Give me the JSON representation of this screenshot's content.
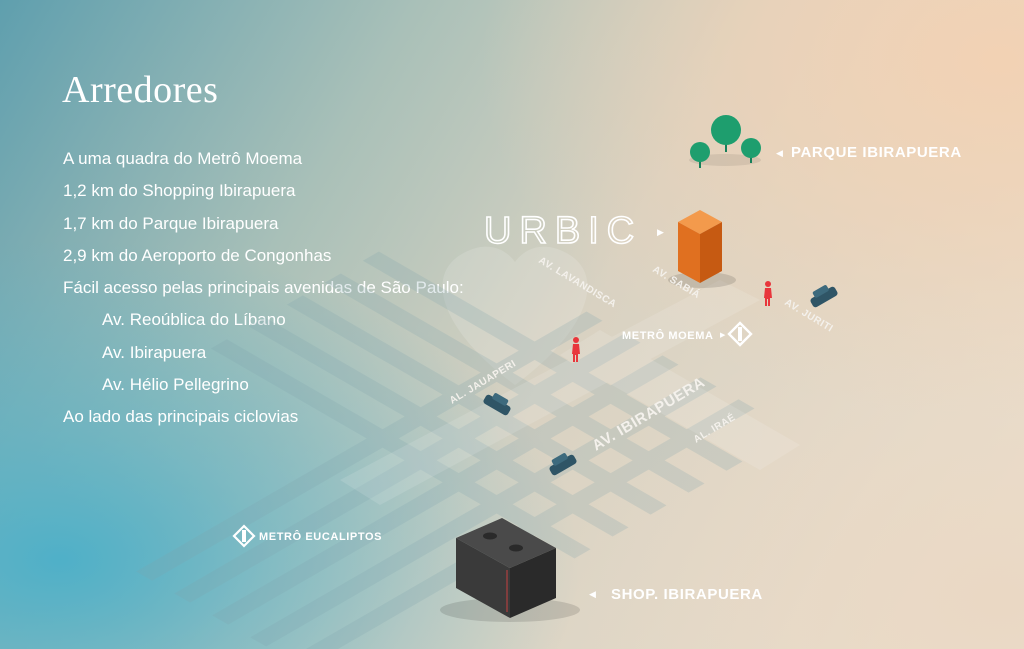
{
  "heading": "Arredores",
  "items": [
    "A uma quadra do Metrô Moema",
    "1,2 km do Shopping Ibirapuera",
    "1,7 km do Parque Ibirapuera",
    "2,9 km do Aeroporto de Congonhas",
    "Fácil acesso pelas principais avenidas de São Paulo:",
    "Av. Reoública do Líbano",
    "Av. Ibirapuera",
    "Av. Hélio Pellegrino",
    "Ao lado das principais ciclovias"
  ],
  "map": {
    "brand": "URBIC",
    "labels": {
      "parque": "PARQUE IBIRAPUERA",
      "av_sabia": "AV. SABIÁ",
      "av_lavandisca": "AV. LAVANDISCA",
      "av_juriti": "AV. JURITI",
      "metro_moema": "METRÔ MOEMA",
      "al_jauaperi": "AL. JAUAPERI",
      "av_ibirapuera": "AV. IBIRAPUERA",
      "al_irae": "AL. IRAÉ",
      "metro_eucaliptos": "METRÔ EUCALIPTOS",
      "shop_ibirapuera": "SHOP. IBIRAPUERA"
    }
  },
  "colors": {
    "text": "#ffffff",
    "building": "#e06a1c",
    "trees": "#1e9e6e",
    "pedestrian": "#e8363c",
    "car": "#2f5566",
    "mall": "#3a3a3a",
    "street_label": "#f4f1ec"
  }
}
